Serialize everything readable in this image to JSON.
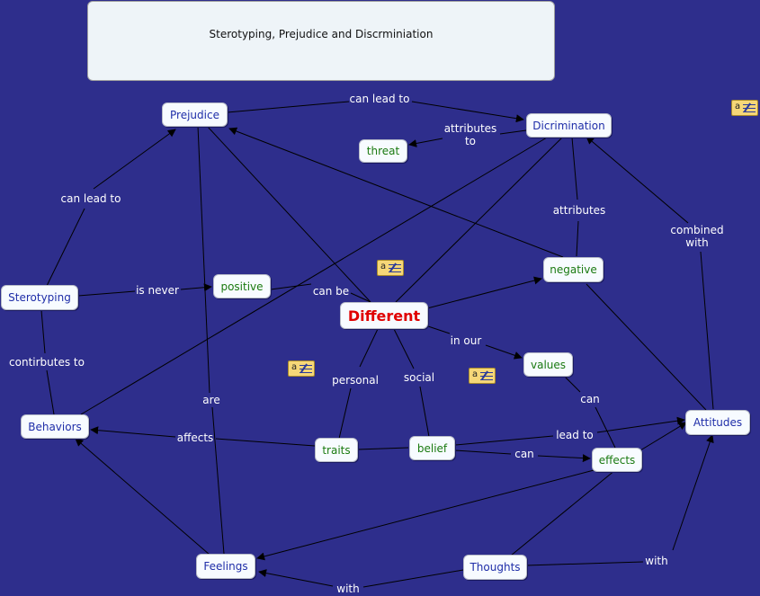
{
  "title": "Sterotyping, Prejudice and Discrminiation",
  "concepts": {
    "prejudice": "Prejudice",
    "discrimination": "Dicrimination",
    "threat": "threat",
    "sterotyping": "Sterotyping",
    "positive": "positive",
    "different": "Different",
    "negative": "negative",
    "values": "values",
    "behaviors": "Behaviors",
    "traits": "traits",
    "belief": "belief",
    "effects": "effects",
    "attitudes": "Attitudes",
    "feelings": "Feelings",
    "thoughts": "Thoughts"
  },
  "links": {
    "can_lead_to_top": "can lead to",
    "attributes_to": "attributes to",
    "can_lead_to_left": "can lead to",
    "attributes": "attributes",
    "combined_with": "combined with",
    "is_never": "is never",
    "can_be": "can be",
    "in_our": "in our",
    "contirbutes_to": "contirbutes to",
    "personal": "personal",
    "social": "social",
    "are": "are",
    "can_values": "can",
    "affects": "affects",
    "lead_to": "lead to",
    "can_belief": "can",
    "with_thoughts": "with",
    "with_feelings": "with"
  },
  "colors": {
    "background": "#2e2e8c",
    "concept_blue": "#1f2ea8",
    "concept_green": "#1a7a10",
    "focus_red": "#e00000",
    "link_line": "#000000",
    "label_text": "#ffffff"
  },
  "icons": [
    "note-icon",
    "note-icon",
    "note-icon",
    "note-icon"
  ]
}
